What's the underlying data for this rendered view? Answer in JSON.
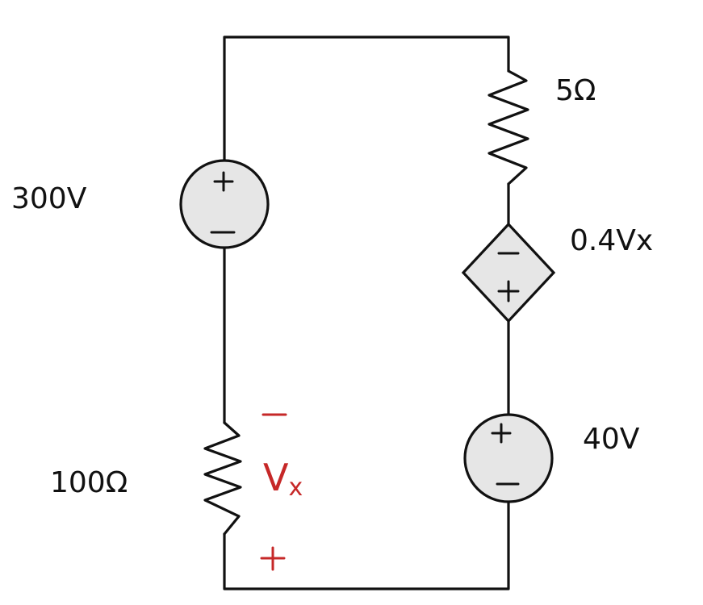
{
  "labels": {
    "source_left": "300V",
    "resistor_top_right": "5Ω",
    "dependent_source": "0.4Vx",
    "source_right": "40V",
    "resistor_bottom_left": "100Ω",
    "vx_base": "V",
    "vx_sub": "x"
  },
  "colors": {
    "wire": "#111111",
    "component_fill": "#e6e6e6",
    "polarity_vx": "#c62828"
  }
}
